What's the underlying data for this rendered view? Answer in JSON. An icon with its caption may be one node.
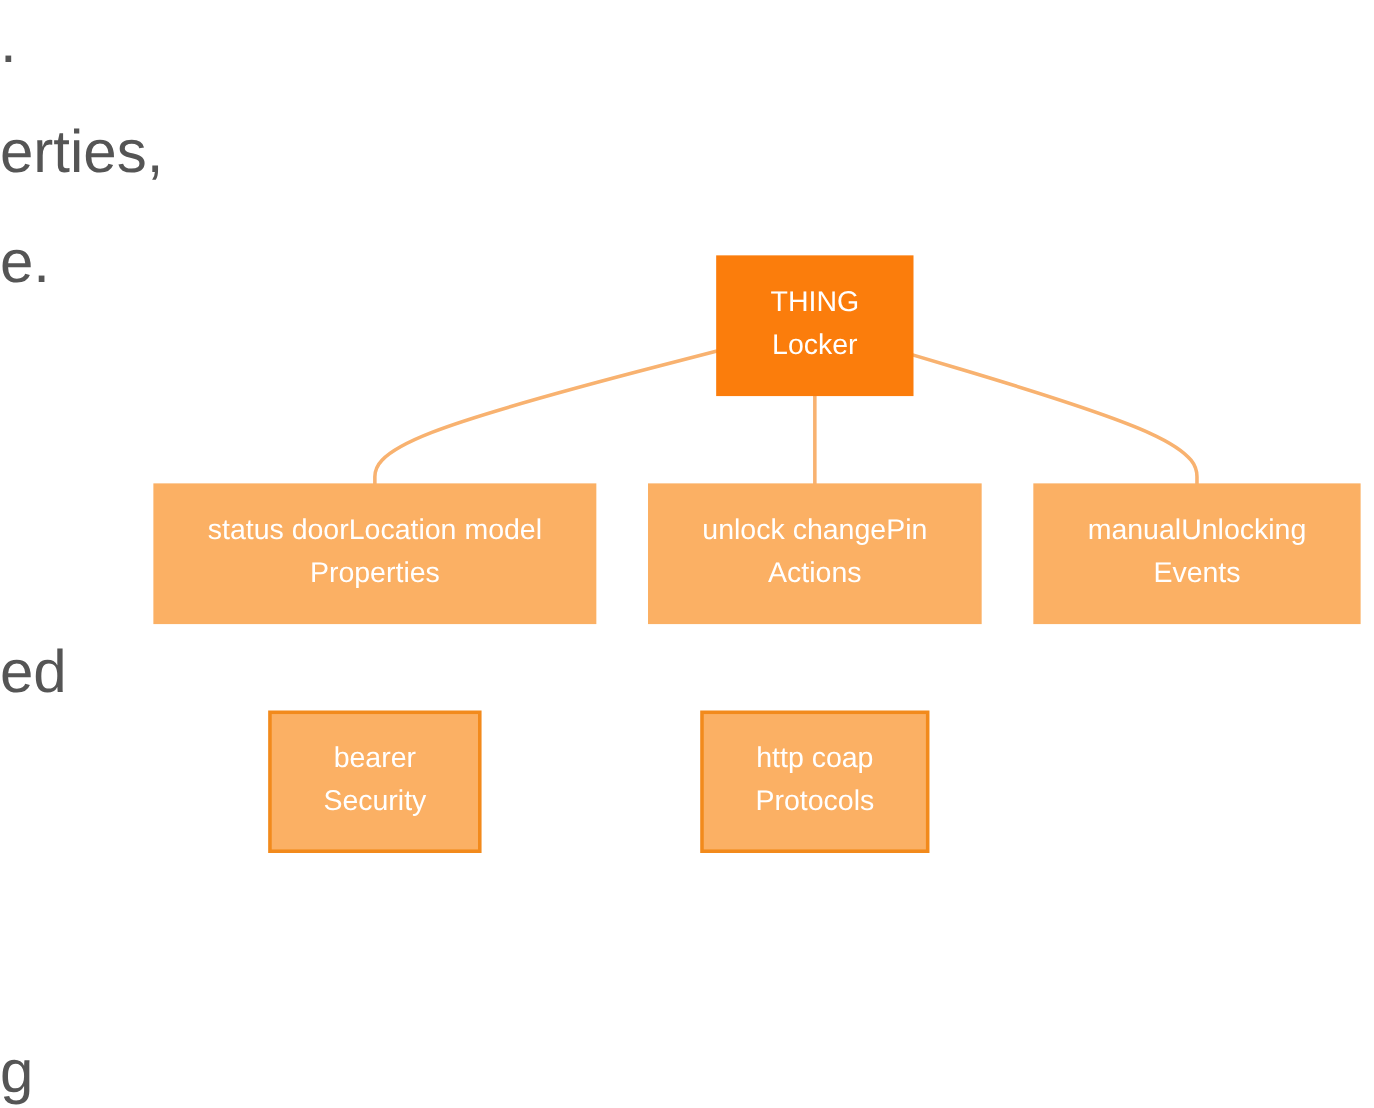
{
  "diagram": {
    "nodes": [
      {
        "text": [
          "THING",
          "Locker"
        ]
      },
      {
        "text": [
          "status doorLocation model",
          "Properties"
        ]
      },
      {
        "text": [
          "unlock changePin",
          "Actions"
        ]
      },
      {
        "text": [
          "manualUnlocking",
          "Events"
        ]
      },
      {
        "text": [
          "bearer",
          "Security"
        ]
      },
      {
        "text": [
          "http coap",
          "Protocols"
        ]
      }
    ],
    "edges": [
      {
        "from": 0,
        "to": 1,
        "arrow": "none"
      },
      {
        "from": 0,
        "to": 2,
        "arrow": "none"
      },
      {
        "from": 0,
        "to": 3,
        "arrow": "none"
      }
    ],
    "labels": [
      ".",
      "erties,",
      "e.",
      "ed",
      "g"
    ]
  }
}
